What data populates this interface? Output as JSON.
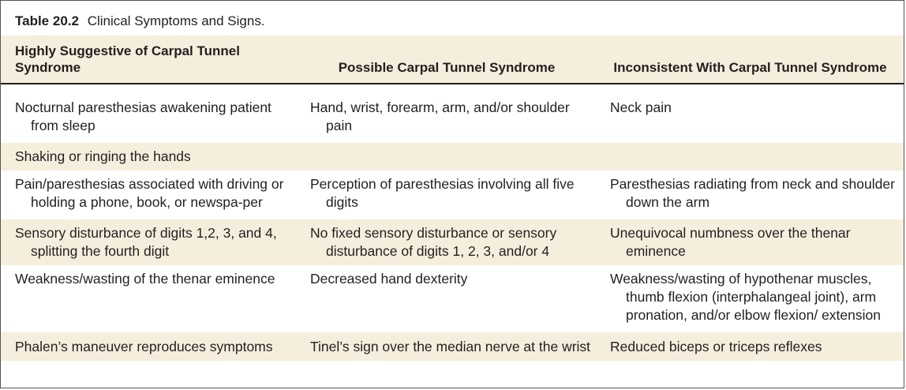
{
  "table": {
    "number": "Table 20.2",
    "title": "Clinical Symptoms and Signs.",
    "headers": [
      "Highly Suggestive of Carpal Tunnel Syndrome",
      "Possible Carpal Tunnel Syndrome",
      "Inconsistent With Carpal Tunnel Syndrome"
    ],
    "rows": [
      [
        "Nocturnal paresthesias awakening patient from sleep",
        "Hand, wrist, forearm, arm, and/or shoulder pain",
        "Neck pain"
      ],
      [
        "Shaking or ringing the hands",
        "",
        ""
      ],
      [
        "Pain/paresthesias associated with driving or holding a phone, book, or newspa-per",
        "Perception of paresthesias involving all five digits",
        "Paresthesias radiating from neck and shoulder down the arm"
      ],
      [
        "Sensory disturbance of digits 1,2, 3, and 4, splitting the fourth digit",
        "No fixed sensory disturbance or sensory disturbance of digits 1, 2, 3, and/or 4",
        "Unequivocal numbness over the thenar eminence"
      ],
      [
        "Weakness/wasting of the thenar eminence",
        "Decreased hand dexterity",
        "Weakness/wasting of hypothenar muscles, thumb flexion (interphalangeal joint), arm pronation, and/or elbow flexion/ extension"
      ],
      [
        "Phalen’s maneuver reproduces symptoms",
        "Tinel’s sign over the median nerve at the wrist",
        "Reduced biceps or triceps reflexes"
      ]
    ]
  }
}
